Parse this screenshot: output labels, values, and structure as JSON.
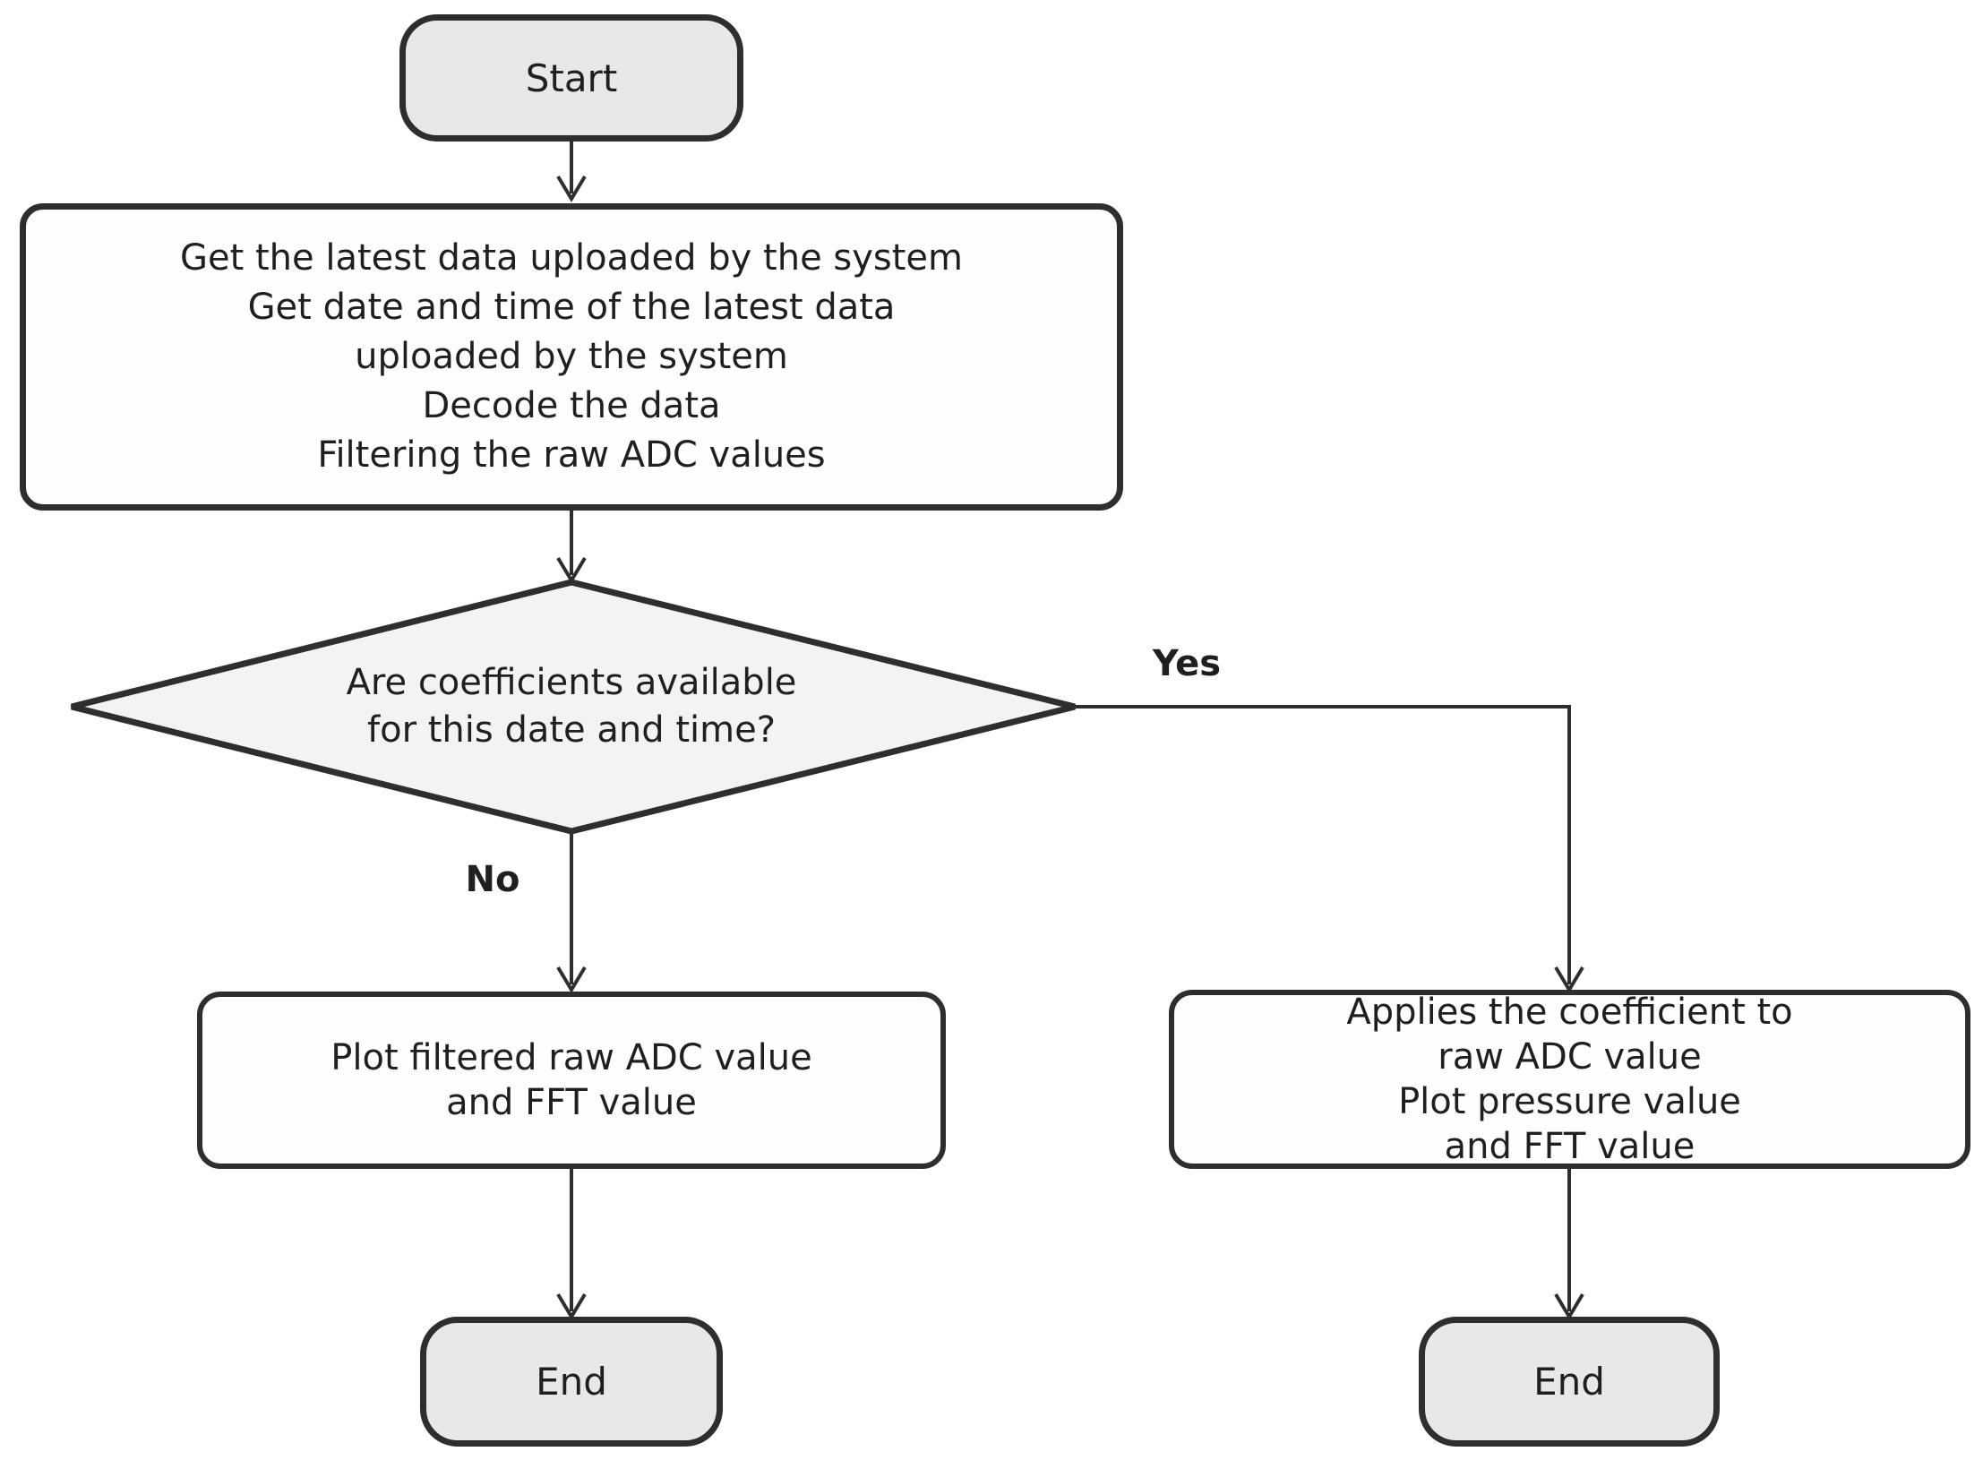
{
  "diagram": {
    "type": "flowchart",
    "colors": {
      "background": "#ffffff",
      "outline": "#2e2e2e",
      "text": "#1f1f1f",
      "terminal_fill": "#e8e8e8",
      "process_fill": "#fefefe",
      "decision_fill": "#f3f3f3"
    },
    "nodes": {
      "start": {
        "label": "Start",
        "shape": "rounded-rectangle"
      },
      "process": {
        "label": "Get the latest data uploaded by the system\nGet date and time of the latest data\nuploaded by the system\nDecode the data\nFiltering the raw ADC values",
        "shape": "rectangle"
      },
      "decision": {
        "label": "Are coefficients available\nfor this date and time?",
        "shape": "diamond"
      },
      "no_branch": {
        "label": "Plot filtered raw ADC value\nand FFT value",
        "shape": "rectangle"
      },
      "yes_branch": {
        "label": "Applies the coefficient to\nraw ADC value\nPlot pressure value\nand FFT value",
        "shape": "rectangle"
      },
      "end_left": {
        "label": "End",
        "shape": "rounded-rectangle"
      },
      "end_right": {
        "label": "End",
        "shape": "rounded-rectangle"
      }
    },
    "edges": {
      "yes": {
        "label": "Yes"
      },
      "no": {
        "label": "No"
      }
    }
  }
}
